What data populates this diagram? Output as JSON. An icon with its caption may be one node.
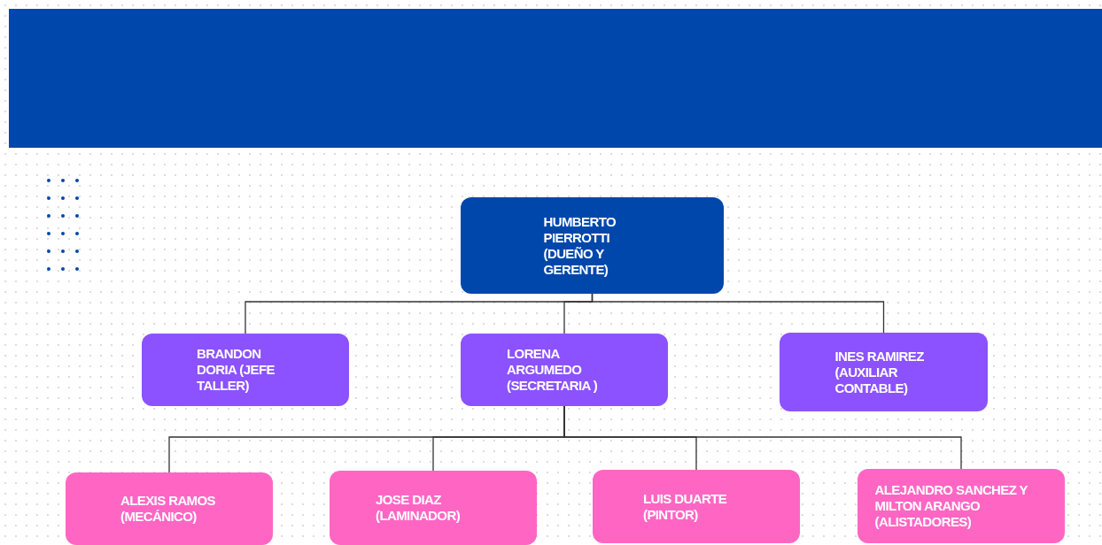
{
  "diagram": {
    "nodes": [
      {
        "text": [
          "HUMBERTO PIERROTTI (DUEÑO Y GERENTE)"
        ]
      },
      {
        "text": [
          "BRANDON DORIA (JEFE TALLER)"
        ]
      },
      {
        "text": [
          "LORENA ARGUMEDO (SECRETARIA )"
        ]
      },
      {
        "text": [
          "INES RAMIREZ (AUXILIAR CONTABLE)"
        ]
      },
      {
        "text": [
          "ALEXIS RAMOS (MECÁNICO)"
        ]
      },
      {
        "text": [
          "JOSE DIAZ (LAMINADOR)"
        ]
      },
      {
        "text": [
          "LUIS DUARTE (PINTOR)"
        ]
      },
      {
        "text": [
          "ALEJANDRO SANCHEZ Y MILTON ARANGO (ALISTADORES)"
        ]
      }
    ],
    "edges": [
      {
        "from": 0,
        "to": 1,
        "arrow": "none"
      },
      {
        "from": 0,
        "to": 2,
        "arrow": "none"
      },
      {
        "from": 0,
        "to": 3,
        "arrow": "none"
      },
      {
        "from": 2,
        "to": 4,
        "arrow": "none"
      },
      {
        "from": 2,
        "to": 5,
        "arrow": "none"
      },
      {
        "from": 2,
        "to": 6,
        "arrow": "none"
      },
      {
        "from": 2,
        "to": 7,
        "arrow": "none"
      }
    ]
  }
}
